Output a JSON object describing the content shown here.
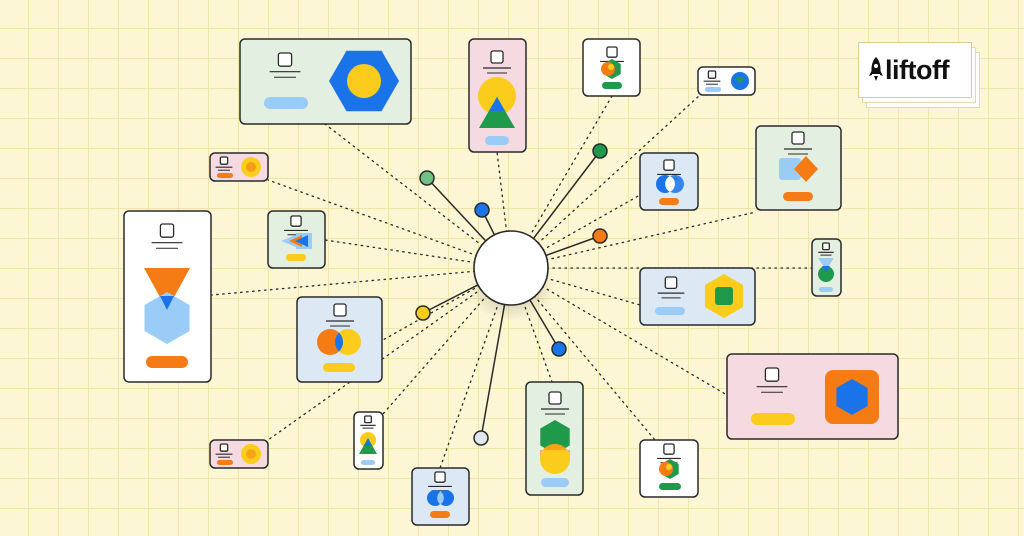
{
  "brand": {
    "name": "liftoff",
    "icon": "rocket-icon"
  },
  "colors": {
    "background": "#fdf6d4",
    "grid": "#f2e3a6",
    "card_green": "#e3efe1",
    "card_pink": "#f5dbe1",
    "card_blue": "#dce9f5",
    "card_white": "#ffffff",
    "blue": "#1a73e8",
    "yellow": "#fbcc1c",
    "green": "#1e9a4a",
    "orange": "#f57c14",
    "light_blue": "#9bccf7",
    "nodes": [
      "#72c184",
      "#1a73e8",
      "#1e9a4a",
      "#f57c14",
      "#fbcc1c",
      "#1a73e8",
      "#dfe6ee"
    ]
  },
  "cards": [
    {
      "id": "card-wide-top",
      "bg": "green",
      "icons": [
        "hexagon-icon",
        "circle-icon"
      ]
    },
    {
      "id": "card-tall-top",
      "bg": "pink",
      "icons": [
        "circle-icon",
        "triangle-icon"
      ]
    },
    {
      "id": "card-small-top",
      "bg": "white",
      "icons": [
        "hexagon-icon"
      ]
    },
    {
      "id": "card-tiny-top-right",
      "bg": "white",
      "icons": [
        "circle-icon",
        "triangle-icon"
      ]
    },
    {
      "id": "card-square-right",
      "bg": "green",
      "icons": [
        "square-icon",
        "diamond-icon"
      ]
    },
    {
      "id": "card-mini-left",
      "bg": "pink",
      "icons": [
        "circle-icon"
      ]
    },
    {
      "id": "card-blue-mid",
      "bg": "blue",
      "icons": [
        "venn-icon"
      ]
    },
    {
      "id": "card-tall-left",
      "bg": "white",
      "icons": [
        "triangle-icon",
        "hexagon-icon"
      ]
    },
    {
      "id": "card-arrows",
      "bg": "green",
      "icons": [
        "arrows-icon"
      ]
    },
    {
      "id": "card-narrow-right",
      "bg": "green",
      "icons": [
        "triangle-icon",
        "circle-icon"
      ]
    },
    {
      "id": "card-hex-right",
      "bg": "blue",
      "icons": [
        "hexagon-icon",
        "square-icon"
      ]
    },
    {
      "id": "card-blue-left",
      "bg": "blue",
      "icons": [
        "venn-icon"
      ]
    },
    {
      "id": "card-pink-wide",
      "bg": "pink",
      "icons": [
        "rounded-square-icon",
        "hexagon-icon"
      ]
    },
    {
      "id": "card-mini-bottom-left",
      "bg": "pink",
      "icons": [
        "circle-icon"
      ]
    },
    {
      "id": "card-narrow-bottom",
      "bg": "white",
      "icons": [
        "circle-icon",
        "triangle-icon"
      ]
    },
    {
      "id": "card-green-tall",
      "bg": "green",
      "icons": [
        "hexagon-icon",
        "circle-icon"
      ]
    },
    {
      "id": "card-bottom-small",
      "bg": "blue",
      "icons": [
        "venn-icon"
      ]
    },
    {
      "id": "card-bottom-right-small",
      "bg": "white",
      "icons": [
        "hexagon-icon"
      ]
    }
  ]
}
